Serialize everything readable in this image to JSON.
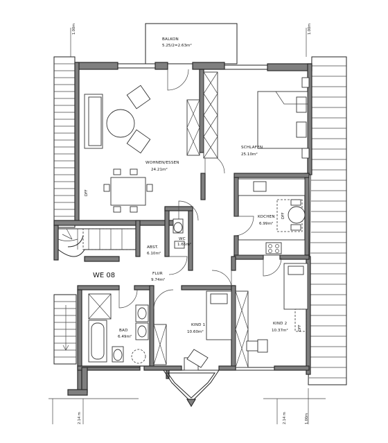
{
  "unit_label": "WE 08",
  "rooms": {
    "balkon": {
      "name": "BALKON",
      "area": "5.25/2=2.63m²"
    },
    "wohnen": {
      "name": "WOHNEN/ESSEN",
      "area": "24.21m²"
    },
    "schlafen": {
      "name": "SCHLAFEN",
      "area": "25.10m²"
    },
    "kochen": {
      "name": "KOCHEN",
      "area": "6.99m²"
    },
    "wc": {
      "name": "WC",
      "area": "1.65m²"
    },
    "abst": {
      "name": "ABST.",
      "area": "6.10m²"
    },
    "flur": {
      "name": "FLUR",
      "area": "9.74m²"
    },
    "bad": {
      "name": "BAD",
      "area": "6.49m²"
    },
    "kind1": {
      "name": "KIND 1",
      "area": "10.60m²"
    },
    "kind2": {
      "name": "KIND 2",
      "area": "10.37m²"
    }
  },
  "dimensions": {
    "top_left": "1.00m",
    "top_right": "1.00m",
    "bottom_left": "2.14 m",
    "bottom_right": "2.14 m",
    "bottom_far_right": "1.00m"
  },
  "labels": {
    "dff": "DFF"
  }
}
